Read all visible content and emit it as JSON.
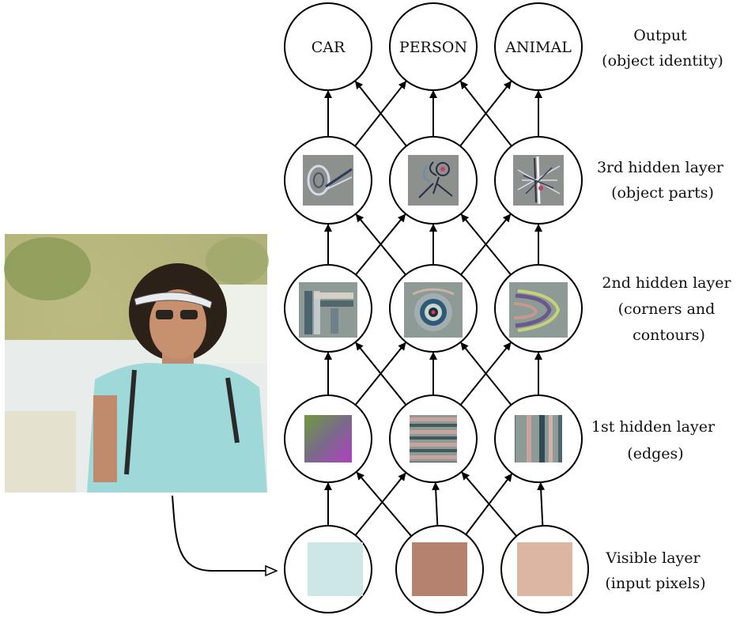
{
  "output_nodes": [
    "CAR",
    "PERSON",
    "ANIMAL"
  ],
  "layers": [
    {
      "id": "output",
      "lines": [
        "Output",
        "(object identity)"
      ]
    },
    {
      "id": "hidden3",
      "lines": [
        "3rd hidden layer",
        "(object parts)"
      ]
    },
    {
      "id": "hidden2",
      "lines": [
        "2nd hidden layer",
        "(corners and",
        "contours)"
      ]
    },
    {
      "id": "hidden1",
      "lines": [
        "1st hidden layer",
        "(edges)"
      ]
    },
    {
      "id": "visible",
      "lines": [
        "Visible layer",
        "(input pixels)"
      ]
    }
  ],
  "visible_pixel_colors": [
    "#cde6e6",
    "#b58270",
    "#dcb6a3"
  ],
  "colors": {
    "stroke": "#000000",
    "node_fill": "#ffffff",
    "filter_gray": "#8d918d"
  },
  "icons": {
    "input_photo": "photo-person-with-visor",
    "edge_filters": [
      "green-purple-gradient",
      "horizontal-stripes",
      "vertical-stripes"
    ],
    "contour_filters": [
      "corner-pattern",
      "ring-pattern",
      "curve-pattern"
    ],
    "part_filters": [
      "wheel-pattern",
      "human-figure-pattern",
      "fur-pattern"
    ]
  }
}
